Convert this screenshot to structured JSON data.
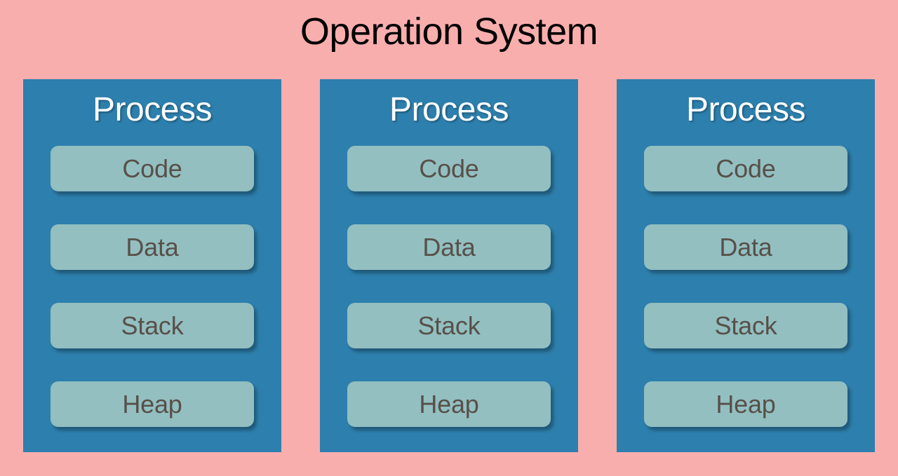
{
  "page": {
    "background_color": "#f9aeae",
    "title": "Operation System"
  },
  "theme": {
    "background": "#f9aeae",
    "process_box": "#2d7fad",
    "segment_box": "#93bfc1",
    "title_text": "#000000",
    "process_heading_text": "#ffffff",
    "segment_text": "#575049"
  },
  "diagram": {
    "type": "block-diagram",
    "title": "Operation System",
    "processes": [
      {
        "heading": "Process",
        "segments": [
          {
            "label": "Code"
          },
          {
            "label": "Data"
          },
          {
            "label": "Stack"
          },
          {
            "label": "Heap"
          }
        ]
      },
      {
        "heading": "Process",
        "segments": [
          {
            "label": "Code"
          },
          {
            "label": "Data"
          },
          {
            "label": "Stack"
          },
          {
            "label": "Heap"
          }
        ]
      },
      {
        "heading": "Process",
        "segments": [
          {
            "label": "Code"
          },
          {
            "label": "Data"
          },
          {
            "label": "Stack"
          },
          {
            "label": "Heap"
          }
        ]
      }
    ]
  }
}
